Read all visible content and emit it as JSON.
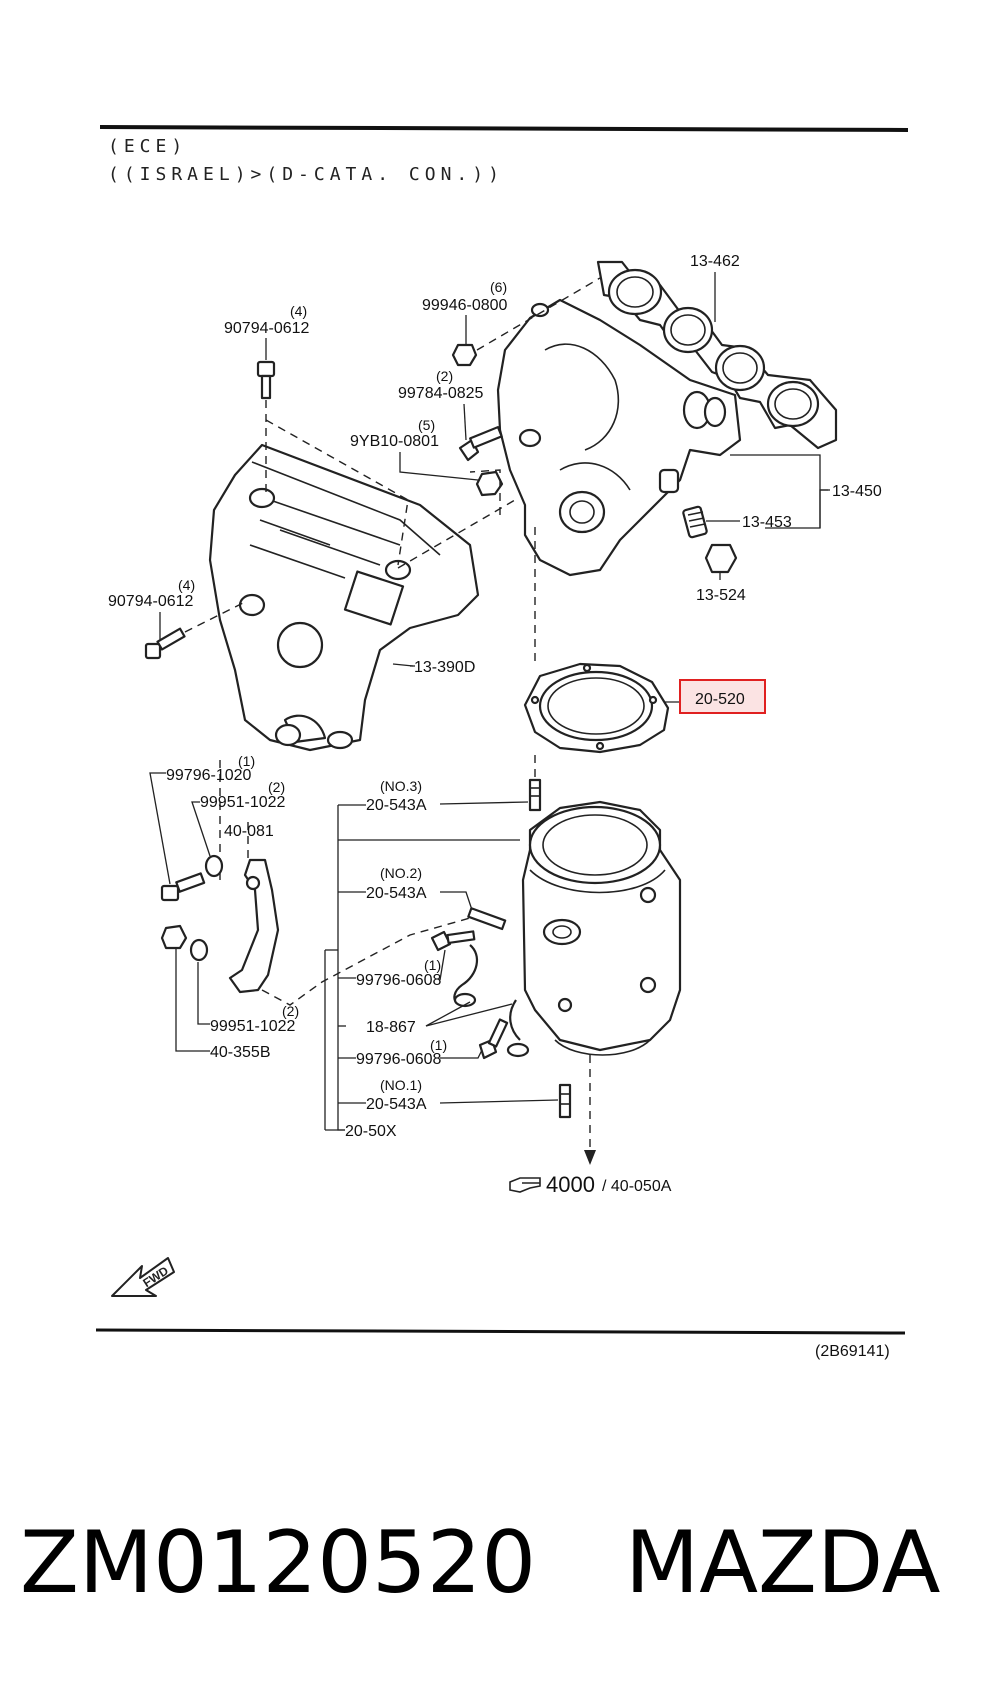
{
  "header": {
    "line1": "(ECE)",
    "line2": "((ISRAEL)>(D-CATA. CON.))"
  },
  "labels": {
    "p13_462": "13-462",
    "p99946_qty": "(6)",
    "p99946": "99946-0800",
    "p90794_top_qty": "(4)",
    "p90794_top": "90794-0612",
    "p99784_qty": "(2)",
    "p99784": "99784-0825",
    "p9yb10_qty": "(5)",
    "p9yb10": "9YB10-0801",
    "p13_450": "13-450",
    "p13_453": "13-453",
    "p13_524": "13-524",
    "p90794_left_qty": "(4)",
    "p90794_left": "90794-0612",
    "p13_390d": "13-390D",
    "p20_520": "20-520",
    "p99796_1020_qty": "(1)",
    "p99796_1020": "99796-1020",
    "p99951_top_qty": "(2)",
    "p99951_top": "99951-1022",
    "p40_081": "40-081",
    "no3": "(NO.3)",
    "p20_543a_3": "20-543A",
    "no2": "(NO.2)",
    "p20_543a_2": "20-543A",
    "p99796_0608_a_qty": "(1)",
    "p99796_0608_a": "99796-0608",
    "p18_867": "18-867",
    "p99796_0608_b_qty": "(1)",
    "p99796_0608_b": "99796-0608",
    "no1": "(NO.1)",
    "p20_543a_1": "20-543A",
    "p20_50x": "20-50X",
    "p99951_bottom_qty": "(2)",
    "p99951_bottom": "99951-1022",
    "p40_355b": "40-355B",
    "ref_main": "4000",
    "ref_sub": "/ 40-050A",
    "fwd": "FWD",
    "diagram_code": "(2B69141)"
  },
  "highlight": {
    "part": "20-520",
    "color": "#e02020",
    "fill": "#fbe3e3"
  },
  "footer": {
    "part_number": "ZM0120520",
    "brand": "MAZDA"
  }
}
